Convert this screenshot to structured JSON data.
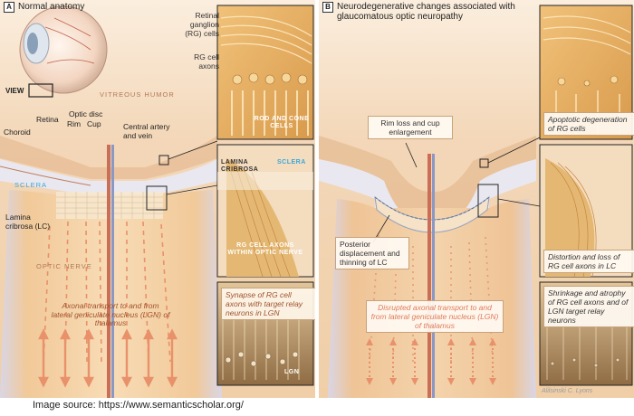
{
  "panel_a": {
    "letter": "A",
    "title": "Normal anatomy",
    "labels": {
      "view": "VIEW",
      "vitreous_humor": "VITREOUS HUMOR",
      "retina": "Retina",
      "optic_disc": "Optic disc",
      "rim": "Rim",
      "cup": "Cup",
      "central_artery": "Central artery and vein",
      "choroid": "Choroid",
      "sclera": "SCLERA",
      "lamina_cribrosa": "Lamina cribrosa (LC)",
      "optic_nerve": "OPTIC NERVE",
      "axonal_transport": "Axonal transport to and from lateral geniculate nucleus (LGN) of thalamus"
    },
    "insets": {
      "rg_cells": "Retinal ganglion (RG) cells",
      "rg_axons": "RG cell axons",
      "rod_cone": "ROD AND CONE CELLS",
      "lamina_cribrosa": "LAMINA CRIBROSA",
      "sclera": "SCLERA",
      "rg_axons_within": "RG CELL AXONS WITHIN OPTIC NERVE",
      "synapse": "Synapse of RG cell axons with target relay neurons in LGN",
      "lgn": "LGN"
    }
  },
  "panel_b": {
    "letter": "B",
    "title": "Neurodegenerative changes associated with glaucomatous optic neuropathy",
    "labels": {
      "rim_loss": "Rim loss and cup enlargement",
      "posterior": "Posterior displacement and thinning of LC",
      "disrupted": "Disrupted axonal transport to and from lateral geniculate nucleus (LGN) of thalamus"
    },
    "insets": {
      "apoptotic": "Apoptotic degeneration of RG cells",
      "distortion": "Distortion and loss of RG cell axons in LC",
      "shrinkage": "Shrinkage and atrophy of RG cell axons and of LGN target relay neurons"
    }
  },
  "signature": "Alilsinski C. Lyons",
  "caption": "Image source: https://www.semanticscholar.org/",
  "colors": {
    "tissue": "#f4dcc0",
    "sclera": "#e9e8f0",
    "nerve": "#efc79a",
    "arrow": "#e8916a",
    "accent_text": "#a0522d",
    "sclera_text": "#3aa6d8"
  }
}
